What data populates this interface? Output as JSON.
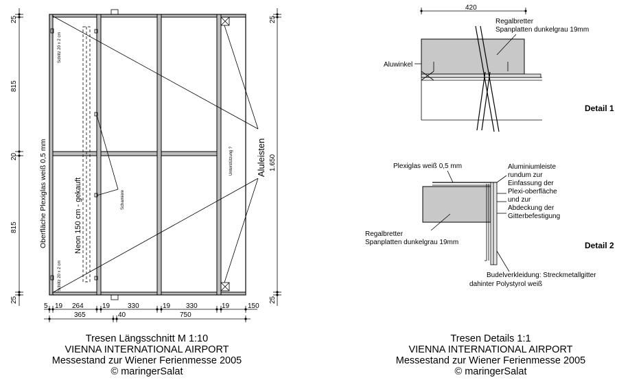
{
  "left_drawing": {
    "vertical_dims_left": [
      "25",
      "815",
      "20",
      "815",
      "25"
    ],
    "vertical_dims_right": [
      "25",
      "1.650",
      "25"
    ],
    "bottom_dims_row1": [
      "5",
      "19",
      "264",
      "19",
      "330",
      "19",
      "330",
      "19",
      "150"
    ],
    "bottom_dims_row2": [
      "365",
      "40",
      "750"
    ],
    "label_plexi_surface": "Oberfläche Plexiglas weiß 0,5 mm",
    "label_slot_top": "Schlitz 20 x 2 cm",
    "label_slot_bottom": "Schlitz 20 x 2 cm",
    "label_neon": "Neon 150 cm - gekauft",
    "label_hinges": "Scharniere",
    "label_support": "Unterstützung ?",
    "label_alu_strips": "Aluleisten"
  },
  "detail1": {
    "dimension": "420",
    "label_shelf": "Regalbretter",
    "label_shelf_material": "Spanplatten dunkelgrau 19mm",
    "label_alu_angle": "Aluwinkel",
    "title": "Detail 1"
  },
  "detail2": {
    "label_plexi": "Plexiglas weiß 0,5 mm",
    "label_alu_line1": "Aluminiumleiste",
    "label_alu_line2": "rundum zur",
    "label_alu_line3": "Einfassung der",
    "label_alu_line4": "Plexi-oberfläche",
    "label_alu_line5": "und zur",
    "label_alu_line6": "Abdeckung der",
    "label_alu_line7": "Gitterbefestigung",
    "label_shelf": "Regalbretter",
    "label_shelf_material": "Spanplatten dunkelgrau 19mm",
    "label_cladding": "Budelverkleidung: Streckmetallgitter",
    "label_behind": "dahinter Polystyrol weiß",
    "title": "Detail 2"
  },
  "caption_left": {
    "line1": "Tresen Längsschnitt M 1:10",
    "line2": "VIENNA INTERNATIONAL AIRPORT",
    "line3": "Messestand zur Wiener Ferienmesse 2005",
    "line4": "© maringerSalat"
  },
  "caption_right": {
    "line1": "Tresen Details 1:1",
    "line2": "VIENNA INTERNATIONAL AIRPORT",
    "line3": "Messestand zur Wiener Ferienmesse 2005",
    "line4": "© maringerSalat"
  }
}
